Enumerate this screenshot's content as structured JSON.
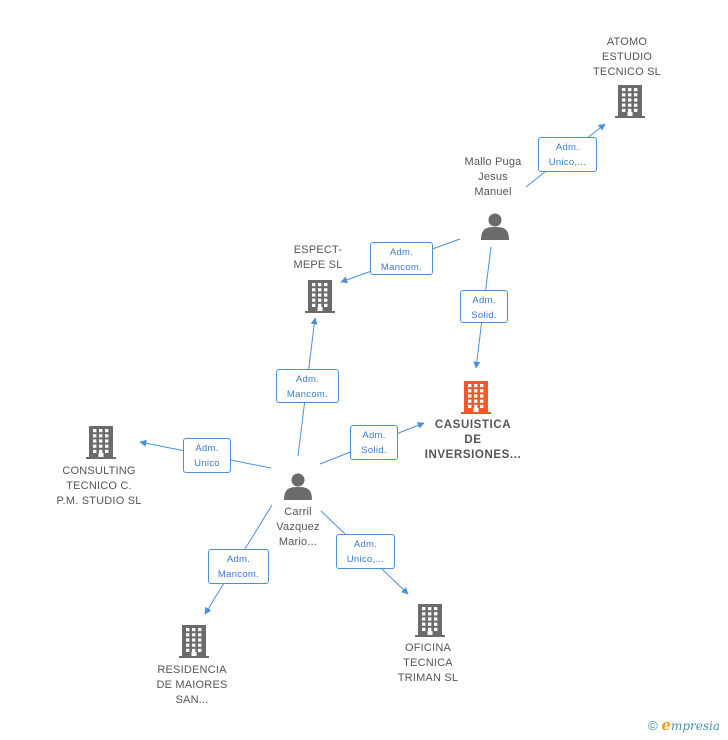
{
  "colors": {
    "edge": "#4a90d9",
    "company": "#6b6b6b",
    "person": "#6b6b6b",
    "focus": "#f05a28"
  },
  "nodes": {
    "atomo": {
      "label": "ATOMO\nESTUDIO\nTECNICO SL",
      "kind": "company"
    },
    "mallo": {
      "label": "Mallo Puga\nJesus\nManuel",
      "kind": "person"
    },
    "espect": {
      "label": "ESPECT-\nMEPE SL",
      "kind": "company"
    },
    "casuistica": {
      "label": "CASUISTICA\nDE\nINVERSIONES...",
      "kind": "focus"
    },
    "consulting": {
      "label": "CONSULTING\nTECNICO C.\nP.M. STUDIO SL",
      "kind": "company"
    },
    "carril": {
      "label": "Carril\nVazquez\nMario...",
      "kind": "person"
    },
    "residencia": {
      "label": "RESIDENCIA\nDE MAIORES\nSAN...",
      "kind": "company"
    },
    "oficina": {
      "label": "OFICINA\nTECNICA\nTRIMAN SL",
      "kind": "company"
    }
  },
  "edges": [
    {
      "from": "mallo",
      "to": "atomo",
      "label": "Adm.\nUnico,..."
    },
    {
      "from": "mallo",
      "to": "espect",
      "label": "Adm.\nMancom."
    },
    {
      "from": "mallo",
      "to": "casuistica",
      "label": "Adm.\nSolid."
    },
    {
      "from": "carril",
      "to": "espect",
      "label": "Adm.\nMancom."
    },
    {
      "from": "carril",
      "to": "casuistica",
      "label": "Adm.\nSolid."
    },
    {
      "from": "carril",
      "to": "consulting",
      "label": "Adm.\nUnico"
    },
    {
      "from": "carril",
      "to": "residencia",
      "label": "Adm.\nMancom."
    },
    {
      "from": "carril",
      "to": "oficina",
      "label": "Adm.\nUnico,..."
    }
  ],
  "footer": {
    "symbol": "©",
    "brand_initial": "e",
    "brand_rest": "mpresia"
  }
}
